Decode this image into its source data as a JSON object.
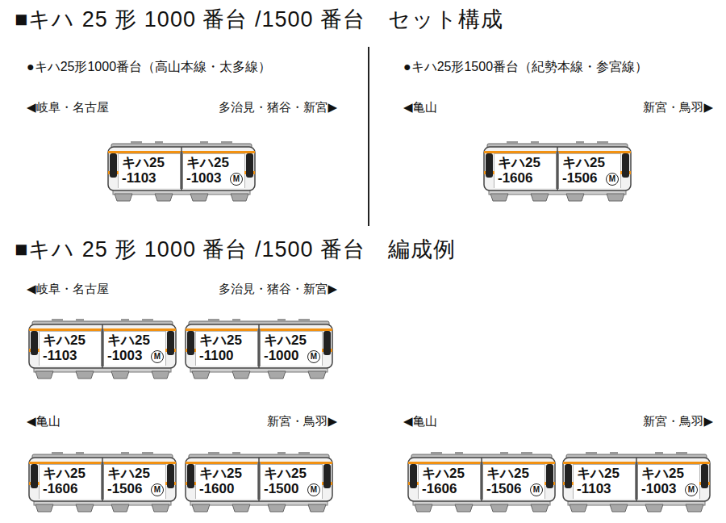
{
  "diagram": {
    "title": "■キハ 25 形 1000 番台 /1500 番台　セット構成",
    "nodes": [
      {
        "text": [
          "キハ25 -1103"
        ]
      },
      {
        "text": [
          "キハ25 -1003"
        ]
      },
      {
        "text": [
          "M"
        ],
        "in": 1
      },
      {
        "text": [
          "キハ25 -1606"
        ]
      },
      {
        "text": [
          "キハ25 -1506"
        ]
      },
      {
        "text": [
          "M"
        ],
        "in": 4
      },
      {
        "text": [
          "キハ25 -1103"
        ]
      },
      {
        "text": [
          "キハ25 -1003"
        ]
      },
      {
        "text": [
          "M"
        ],
        "in": 7
      },
      {
        "text": [
          "キハ25 -1100"
        ]
      },
      {
        "text": [
          "キハ25 -1000"
        ]
      },
      {
        "text": [
          "M"
        ],
        "in": 10
      },
      {
        "text": [
          "キハ25 -1606"
        ]
      },
      {
        "text": [
          "キハ25 -1506"
        ]
      },
      {
        "text": [
          "M"
        ],
        "in": 13
      },
      {
        "text": [
          "キハ25 -1600"
        ]
      },
      {
        "text": [
          "キハ25 -1500"
        ]
      },
      {
        "text": [
          "M"
        ],
        "in": 16
      },
      {
        "text": [
          "キハ25 -1606"
        ]
      },
      {
        "text": [
          "キハ25 -1506"
        ]
      },
      {
        "text": [
          "M"
        ],
        "in": 19
      },
      {
        "text": [
          "キハ25 -1103"
        ]
      },
      {
        "text": [
          "キハ25 -1003"
        ]
      },
      {
        "text": [
          "M"
        ],
        "in": 22
      }
    ],
    "labels": [
      "■キハ 25 形 1000 番台 /1500 番台　編成例",
      "●キハ25形1000番台（高山本線・太多線）",
      "●キハ25形1500番台（紀勢本線・参宮線）",
      "◀岐阜・名古屋",
      "多治見・猪谷・新宮▶",
      "◀亀山",
      "新宮・鳥羽▶",
      "◀岐阜・名古屋",
      "多治見・猪谷・新宮▶",
      "◀亀山",
      "新宮・鳥羽▶",
      "◀亀山",
      "新宮・鳥羽▶"
    ]
  }
}
